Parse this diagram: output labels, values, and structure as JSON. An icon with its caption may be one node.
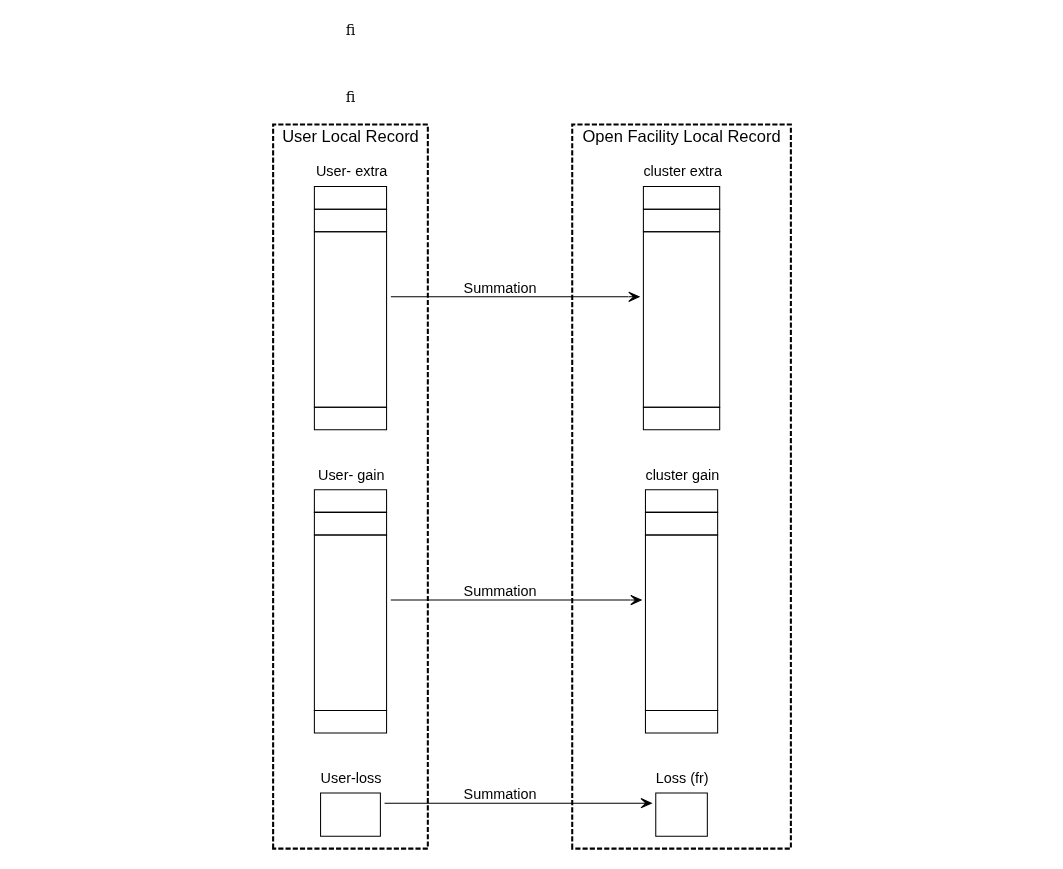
{
  "diagram": {
    "nodes": [
      {
        "text": [
          "User Local Record"
        ]
      },
      {
        "text": [
          "User- extra"
        ],
        "in": 0
      },
      {
        "text": [
          "User- gain"
        ],
        "in": 0
      },
      {
        "text": [
          "User-loss"
        ],
        "in": 0
      },
      {
        "text": [
          "Open Facility Local Record"
        ]
      },
      {
        "text": [
          "cluster gain"
        ],
        "in": 4
      },
      {
        "text": [
          "cluster extra"
        ],
        "in": 4
      },
      {
        "text": [
          "Loss (fr)"
        ],
        "in": 4
      }
    ],
    "edges": [
      {
        "from": 2,
        "to": 5,
        "arrow": "to",
        "label": "Summation"
      },
      {
        "from": 1,
        "to": 6,
        "arrow": "to",
        "label": "Summation"
      },
      {
        "from": 3,
        "to": 7,
        "arrow": "to",
        "label": "Summation"
      }
    ],
    "labels": [
      "fi",
      "fi"
    ]
  }
}
